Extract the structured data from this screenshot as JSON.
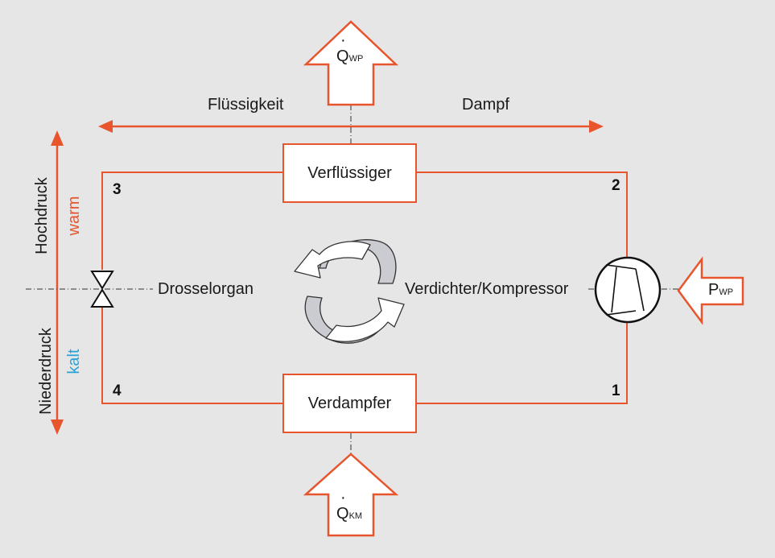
{
  "colors": {
    "accent": "#e8542c",
    "cold": "#27a3dc",
    "background": "#e6e6e6",
    "text": "#1a1a1a"
  },
  "labels": {
    "q_wp_main": "Q",
    "q_wp_sub": "WP",
    "q_km_main": "Q",
    "q_km_sub": "KM",
    "p_wp_main": "P",
    "p_wp_sub": "WP",
    "fluessigkeit": "Flüssigkeit",
    "dampf": "Dampf",
    "verfluessiger": "Verflüssiger",
    "verdampfer": "Verdampfer",
    "drosselorgan": "Drosselorgan",
    "verdichter": "Verdichter/Kompressor",
    "hochdruck": "Hochdruck",
    "niederdruck": "Niederdruck",
    "warm": "warm",
    "kalt": "kalt",
    "point_1": "1",
    "point_2": "2",
    "point_3": "3",
    "point_4": "4"
  },
  "icons": {
    "cycle": "circular-arrows-icon",
    "valve": "throttle-valve-icon",
    "compressor": "compressor-icon"
  }
}
